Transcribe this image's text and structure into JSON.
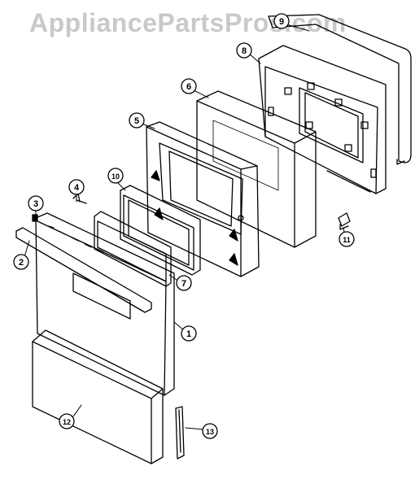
{
  "watermark": "AppliancePartsPros.com",
  "callouts": [
    "9",
    "8",
    "6",
    "5",
    "4",
    "3",
    "10",
    "2",
    "7",
    "1",
    "11",
    "12",
    "13"
  ]
}
